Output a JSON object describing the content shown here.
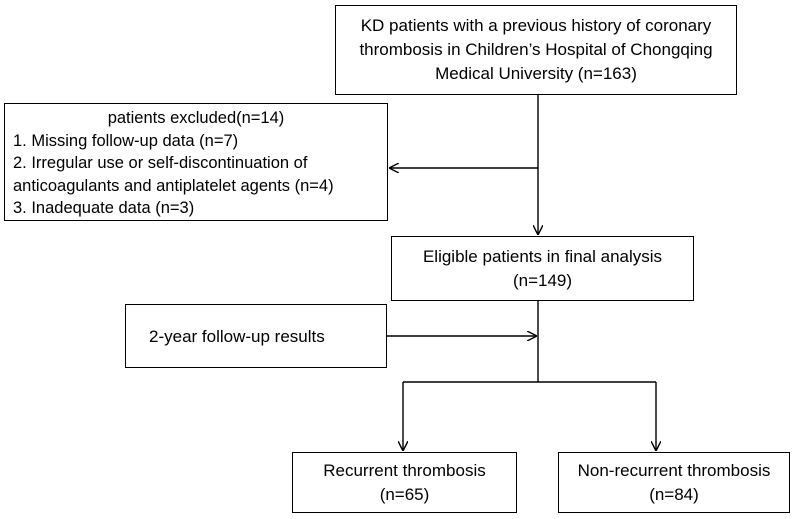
{
  "boxes": {
    "top": {
      "lines": [
        "KD patients with  a previous history of coronary",
        "thrombosis in Children’s Hospital of Chongqing",
        "Medical University  (n=163)"
      ]
    },
    "excluded": {
      "title": "patients excluded(n=14)",
      "items": [
        "1. Missing follow-up data (n=7)",
        "2. Irregular use or self-discontinuation of",
        "anticoagulants and antiplatelet agents (n=4)",
        "3. Inadequate data (n=3)"
      ]
    },
    "eligible": {
      "lines": [
        "Eligible patients in final analysis",
        "(n=149)"
      ]
    },
    "followup": {
      "label": "2-year follow-up results"
    },
    "recurrent": {
      "lines": [
        "Recurrent  thrombosis",
        "(n=65)"
      ]
    },
    "nonrecurrent": {
      "lines": [
        "Non-recurrent  thrombosis",
        "(n=84)"
      ]
    }
  },
  "colors": {
    "line": "#000000",
    "background": "#ffffff"
  }
}
